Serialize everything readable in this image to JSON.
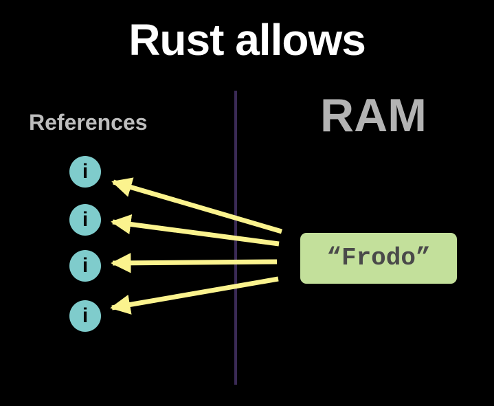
{
  "title": "Rust allows",
  "labels": {
    "references": "References",
    "memory": "RAM"
  },
  "references": [
    {
      "glyph": "i"
    },
    {
      "glyph": "i"
    },
    {
      "glyph": "i"
    },
    {
      "glyph": "i"
    }
  ],
  "value": "“Frodo”",
  "colors": {
    "background": "#000000",
    "reference_circle": "#7fcccc",
    "value_box": "#c3e09b",
    "arrow": "#fbf38e",
    "divider": "#3a2a55"
  }
}
